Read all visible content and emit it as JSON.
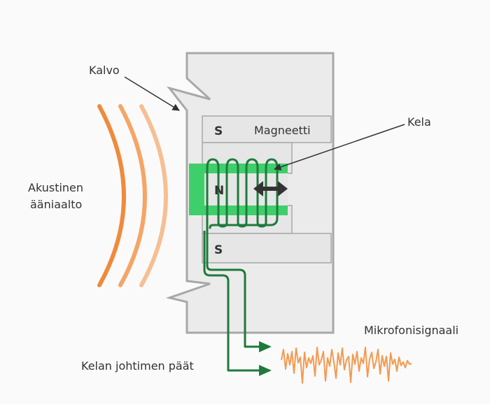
{
  "labels": {
    "diaphragm": "Kalvo",
    "acoustic_wave_line1": "Akustinen",
    "acoustic_wave_line2": "ääniaalto",
    "magnet": "Magneetti",
    "coil": "Kela",
    "pole_north": "N",
    "pole_south_top": "S",
    "pole_south_bottom": "S",
    "lead_ends": "Kelan johtimen päät",
    "signal": "Mikrofonisignaali"
  },
  "colors": {
    "background": "#fafafa",
    "housing_fill": "#ebebeb",
    "housing_stroke": "#a8a8a8",
    "magnet_fill": "#e6e6e6",
    "north_pole": "#3ecf6a",
    "coil": "#1e7a3c",
    "wave_strong": "#f08a3c",
    "wave_medium": "#f4a567",
    "wave_light": "#f6bf93",
    "signal": "#f39a52",
    "arrow": "#333333",
    "text": "#333333"
  },
  "icons": {
    "motion": "double-arrow-icon",
    "waves": "sound-wave-arcs",
    "signal": "waveform-icon"
  }
}
